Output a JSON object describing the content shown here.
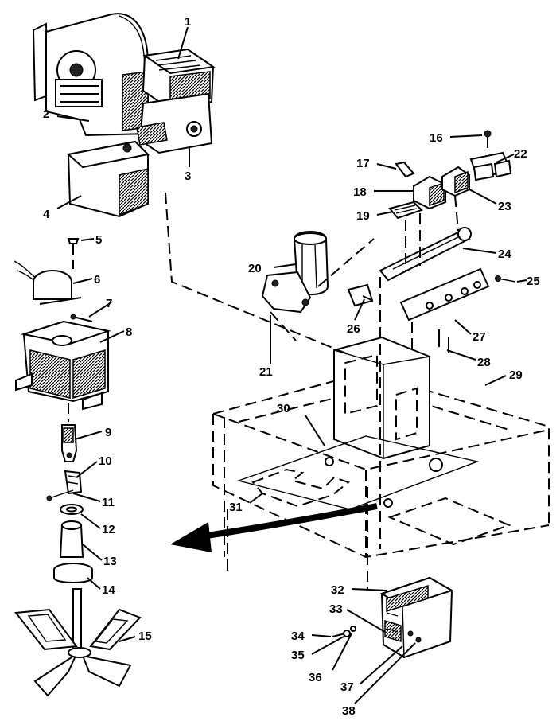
{
  "diagram": {
    "callouts": [
      {
        "id": "1",
        "text": "1"
      },
      {
        "id": "2",
        "text": "2"
      },
      {
        "id": "3",
        "text": "3"
      },
      {
        "id": "4",
        "text": "4"
      },
      {
        "id": "5",
        "text": "5"
      },
      {
        "id": "6",
        "text": "6"
      },
      {
        "id": "7",
        "text": "7"
      },
      {
        "id": "8",
        "text": "8"
      },
      {
        "id": "9",
        "text": "9"
      },
      {
        "id": "10",
        "text": "10"
      },
      {
        "id": "11",
        "text": "11"
      },
      {
        "id": "12",
        "text": "12"
      },
      {
        "id": "13",
        "text": "13"
      },
      {
        "id": "14",
        "text": "14"
      },
      {
        "id": "15",
        "text": "15"
      },
      {
        "id": "16",
        "text": "16"
      },
      {
        "id": "17",
        "text": "17"
      },
      {
        "id": "18",
        "text": "18"
      },
      {
        "id": "19",
        "text": "19"
      },
      {
        "id": "20",
        "text": "20"
      },
      {
        "id": "21",
        "text": "21"
      },
      {
        "id": "22",
        "text": "22"
      },
      {
        "id": "23",
        "text": "23"
      },
      {
        "id": "24",
        "text": "24"
      },
      {
        "id": "25",
        "text": "25"
      },
      {
        "id": "26",
        "text": "26"
      },
      {
        "id": "27",
        "text": "27"
      },
      {
        "id": "28",
        "text": "28"
      },
      {
        "id": "29",
        "text": "29"
      },
      {
        "id": "30",
        "text": "30"
      },
      {
        "id": "31",
        "text": "31"
      },
      {
        "id": "32",
        "text": "32"
      },
      {
        "id": "33",
        "text": "33"
      },
      {
        "id": "34",
        "text": "34"
      },
      {
        "id": "35",
        "text": "35"
      },
      {
        "id": "36",
        "text": "36"
      },
      {
        "id": "37",
        "text": "37"
      },
      {
        "id": "38",
        "text": "38"
      }
    ]
  }
}
